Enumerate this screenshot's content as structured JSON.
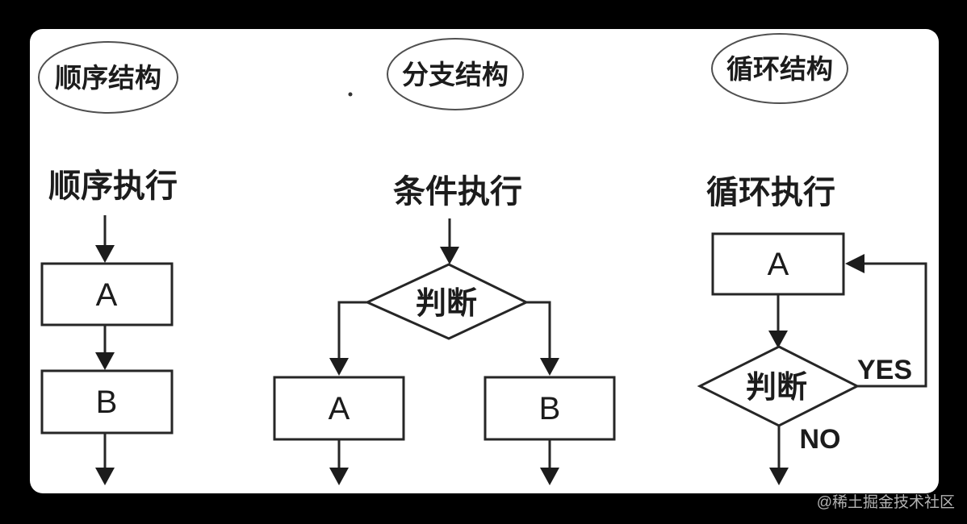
{
  "canvas": {
    "background_color": "#000000",
    "surface_color": "#ffffff",
    "line_color": "#262626",
    "ellipse_stroke_color": "#4f4f4f",
    "text_color": "#1c1c1c",
    "watermark_color": "#b3b3b3"
  },
  "watermark": {
    "text": "@稀土掘金技术社区"
  },
  "columns": [
    {
      "title": "顺序结构",
      "subtitle": "顺序执行",
      "box_a": "A",
      "box_b": "B"
    },
    {
      "title": "分支结构",
      "subtitle": "条件执行",
      "diamond": "判断",
      "box_a": "A",
      "box_b": "B"
    },
    {
      "title": "循环结构",
      "subtitle": "循环执行",
      "box_a": "A",
      "diamond": "判断",
      "yes": "YES",
      "no": "NO"
    }
  ]
}
